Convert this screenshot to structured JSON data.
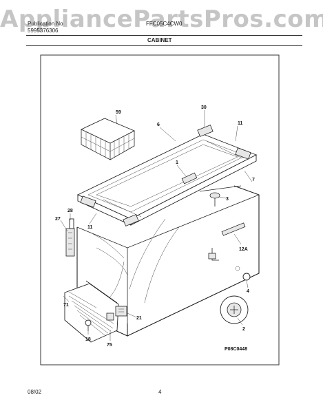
{
  "watermark": "AppliancePartsPros.com",
  "header": {
    "pub_label": "Publication No",
    "pub_number": "5995376306",
    "model": "FFC05C4CW0",
    "section": "CABINET"
  },
  "diagram": {
    "part_labels": [
      "59",
      "30",
      "6",
      "11",
      "1",
      "7",
      "3",
      "28",
      "27",
      "11",
      "12A",
      "4",
      "2",
      "21",
      "71",
      "18",
      "75"
    ],
    "figure_code": "P08C0448"
  },
  "footer": {
    "date": "08/02",
    "page": "4"
  }
}
